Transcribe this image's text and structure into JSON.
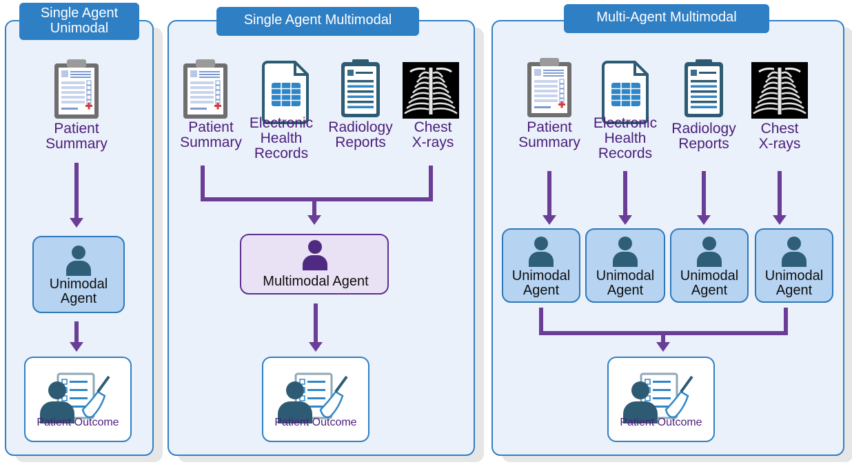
{
  "panels": [
    {
      "title": "Single Agent\nUnimodal",
      "sources": [
        {
          "label": "Patient\nSummary",
          "icon": "clipboard-icon"
        }
      ],
      "agents": [
        {
          "label": "Unimodal\nAgent"
        }
      ],
      "outcome": "Patient Outcome"
    },
    {
      "title": "Single Agent Multimodal",
      "sources": [
        {
          "label": "Patient\nSummary",
          "icon": "clipboard-icon"
        },
        {
          "label": "Electronic\nHealth\nRecords",
          "icon": "spreadsheet-document-icon"
        },
        {
          "label": "Radiology\nReports",
          "icon": "report-clipboard-icon"
        },
        {
          "label": "Chest\nX-rays",
          "icon": "chest-xray-icon"
        }
      ],
      "agents": [
        {
          "label": "Multimodal Agent"
        }
      ],
      "outcome": "Patient Outcome"
    },
    {
      "title": "Multi-Agent Multimodal",
      "sources": [
        {
          "label": "Patient\nSummary",
          "icon": "clipboard-icon"
        },
        {
          "label": "Electronic\nHealth\nRecords",
          "icon": "spreadsheet-document-icon"
        },
        {
          "label": "Radiology\nReports",
          "icon": "report-clipboard-icon"
        },
        {
          "label": "Chest\nX-rays",
          "icon": "chest-xray-icon"
        }
      ],
      "agents": [
        {
          "label": "Unimodal\nAgent"
        },
        {
          "label": "Unimodal\nAgent"
        },
        {
          "label": "Unimodal\nAgent"
        },
        {
          "label": "Unimodal\nAgent"
        }
      ],
      "outcome": "Patient Outcome"
    }
  ],
  "colors": {
    "panel_fill": "#eaf1fa",
    "panel_border": "#2f7fc4",
    "header_fill": "#2f7fc4",
    "arrow": "#6a3d97",
    "unimodal_agent_fill": "#b6d3f2",
    "multimodal_agent_fill": "#e9e2f5",
    "multimodal_agent_border": "#5e2f8e",
    "agent_icon": "#2f5f78",
    "multimodal_icon": "#4e2a82"
  }
}
